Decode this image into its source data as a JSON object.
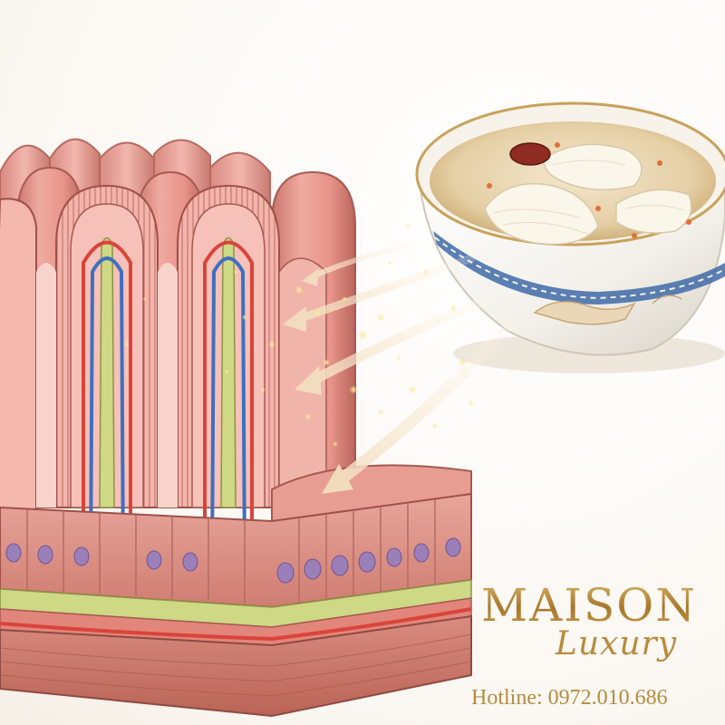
{
  "brand": {
    "name": "MAISON",
    "subtitle": "Luxury"
  },
  "contact": {
    "hotline": "Hotline: 0972.010.686"
  },
  "colors": {
    "tissue": "#e8998f",
    "tissue_dark": "#c96f66",
    "artery": "#d9443a",
    "vein": "#3f6fc0",
    "lacteal": "#c9d27a",
    "nucleus": "#9b7fb8",
    "broth": "#efe1c6",
    "porcelain_blue": "#3e6aa8",
    "gold": "#b8893a"
  },
  "illustration": {
    "subject": "intestinal villi absorbing nutrients",
    "bowl": "bird's nest soup in porcelain bowl",
    "icons": [
      "villi-icon",
      "bowl-icon",
      "absorption-arrow-icon"
    ]
  }
}
